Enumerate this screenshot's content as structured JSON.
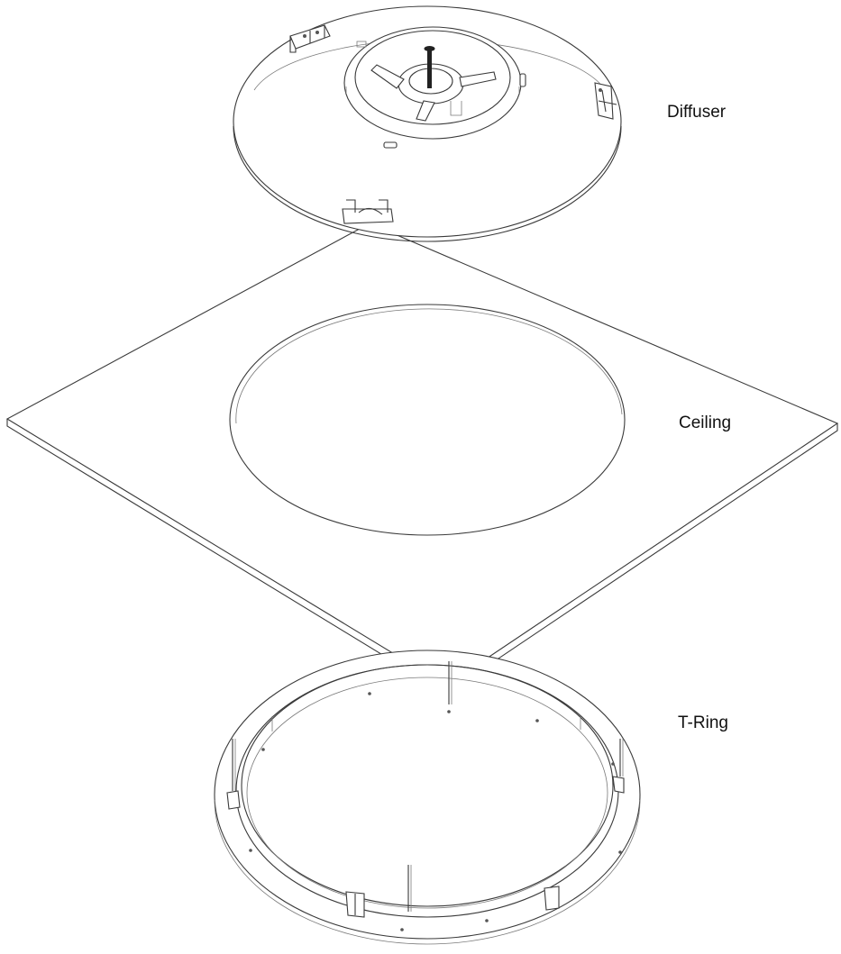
{
  "labels": {
    "diffuser": "Diffuser",
    "ceiling": "Ceiling",
    "tring": "T-Ring"
  }
}
